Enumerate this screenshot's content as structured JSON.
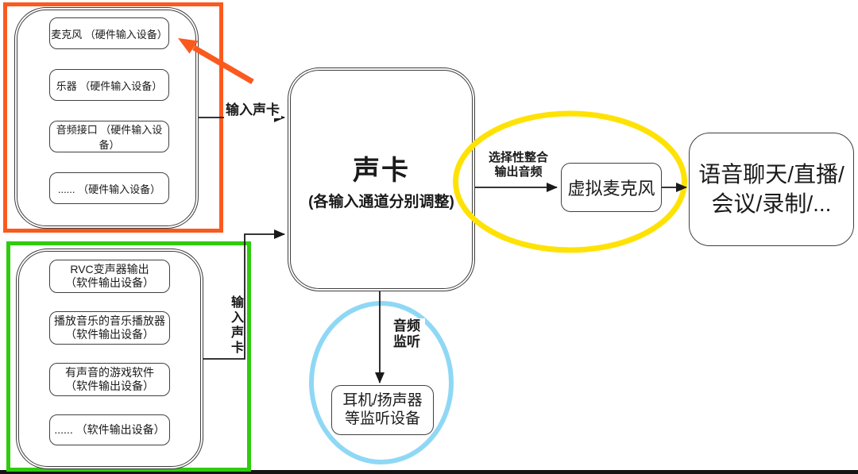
{
  "colors": {
    "orange_highlight": "#FB5A1E",
    "green_highlight": "#2FCC0E",
    "yellow_highlight": "#FFE205",
    "blue_highlight": "#8FD8F5",
    "line": "#1a1a1a"
  },
  "hardware_group": {
    "items": [
      "麦克风 （硬件输入设备）",
      "乐器 （硬件输入设备）",
      "音频接口 （硬件输入设备）",
      "...... （硬件输入设备）"
    ]
  },
  "software_group": {
    "items": [
      {
        "l1": "RVC变声器输出",
        "l2": "（软件输出设备）"
      },
      {
        "l1": "播放音乐的音乐播放器",
        "l2": "（软件输出设备）"
      },
      {
        "l1": "有声音的游戏软件",
        "l2": "（软件输出设备）"
      },
      {
        "l1": "...... （软件输出设备）"
      }
    ]
  },
  "soundcard": {
    "title": "声卡",
    "subtitle": "(各输入通道分别调整)"
  },
  "connector_labels": {
    "input_top": "输入声卡",
    "input_side": "输入声卡",
    "selective_l1": "选择性整合",
    "selective_l2": "输出音频",
    "monitor_l1": "音频",
    "monitor_l2": "监听"
  },
  "virtual_mic": {
    "label": "虚拟麦克风"
  },
  "apps_box": {
    "l1": "语音聊天/直播/",
    "l2": "会议/录制/..."
  },
  "monitor_device": {
    "l1": "耳机/扬声器",
    "l2": "等监听设备"
  }
}
